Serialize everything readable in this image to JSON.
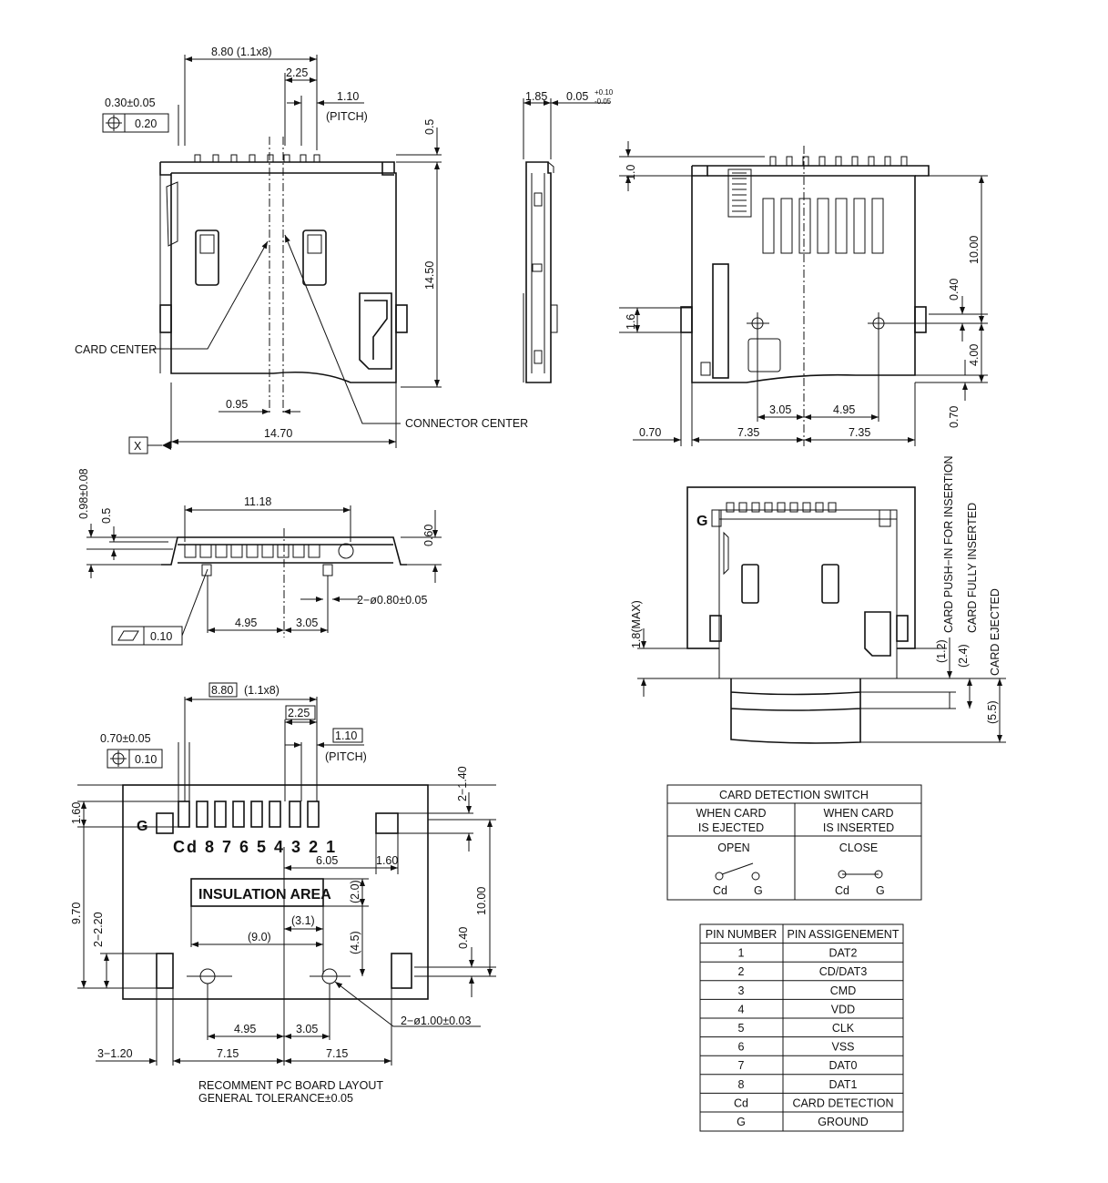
{
  "top_view": {
    "dim_pin_span": "8.80 (1.1x8)",
    "dim_225": "2.25",
    "dim_pitch": "1.10",
    "pitch_label": "(PITCH)",
    "position_tol": "0.30±0.05",
    "position_tol_value": "0.20",
    "dim_05": "0.5",
    "dim_1450": "14.50",
    "card_center": "CARD CENTER",
    "dim_095": "0.95",
    "connector_center": "CONNECTOR CENTER",
    "dim_1470": "14.70",
    "datum": "X"
  },
  "side_view": {
    "dim_185": "1.85",
    "dim_005": "0.05",
    "tol_plus": "+0.10",
    "tol_minus": "-0.05"
  },
  "bottom_view": {
    "dim_10": "1.0",
    "dim_1000": "10.00",
    "dim_040": "0.40",
    "dim_16": "1.6",
    "dim_400": "4.00",
    "dim_070_v": "0.70",
    "dim_305": "3.05",
    "dim_495": "4.95",
    "dim_070_h": "0.70",
    "dim_735_l": "7.35",
    "dim_735_r": "7.35"
  },
  "front_view": {
    "dim_098": "0.98±0.08",
    "dim_05": "0.5",
    "dim_1118": "11.18",
    "dim_060": "0.60",
    "holes": "2−ø0.80±0.05",
    "dim_495": "4.95",
    "dim_305": "3.05",
    "flatness": "0.10"
  },
  "insertion_view": {
    "ground": "G",
    "dim_max": "1.8(MAX)",
    "dim_12": "(1.2)",
    "dim_24": "(2.4)",
    "dim_55": "(5.5)",
    "push_in": "CARD PUSH−IN FOR INSERTION",
    "fully_inserted": "CARD FULLY INSERTED",
    "ejected": "CARD EJECTED"
  },
  "pcb_layout": {
    "dim_880": "8.80",
    "dim_880_note": "(1.1x8)",
    "dim_225": "2.25",
    "dim_110": "1.10",
    "pitch_label": "(PITCH)",
    "pad_tol": "0.70±0.05",
    "pad_tol_value": "0.10",
    "dim_160_l": "1.60",
    "ground": "G",
    "pin_labels": "Cd 8 7 6 5 4 3 2 1",
    "dim_605": "6.05",
    "dim_160_r": "1.60",
    "insulation": "INSULATION AREA",
    "dim_20": "(2.0)",
    "dim_31": "(3.1)",
    "dim_90": "(9.0)",
    "dim_45": "(4.5)",
    "dim_970": "9.70",
    "dim_2_220": "2−2.20",
    "dim_1000": "10.00",
    "dim_040": "0.40",
    "dim_2_140": "2−1.40",
    "dim_495": "4.95",
    "dim_305": "3.05",
    "holes": "2−ø1.00±0.03",
    "dim_3_120": "3−1.20",
    "dim_715_l": "7.15",
    "dim_715_r": "7.15",
    "note_1": "RECOMMENT PC BOARD LAYOUT",
    "note_2": "GENERAL TOLERANCE±0.05"
  },
  "switch_table": {
    "title": "CARD DETECTION SWITCH",
    "col1_l1": "WHEN CARD",
    "col1_l2": "IS EJECTED",
    "col2_l1": "WHEN CARD",
    "col2_l2": "IS INSERTED",
    "col1_state": "OPEN",
    "col2_state": "CLOSE",
    "cd": "Cd",
    "g": "G"
  },
  "pin_table": {
    "headers": [
      "PIN NUMBER",
      "PIN ASSIGENEMENT"
    ],
    "rows": [
      [
        "1",
        "DAT2"
      ],
      [
        "2",
        "CD/DAT3"
      ],
      [
        "3",
        "CMD"
      ],
      [
        "4",
        "VDD"
      ],
      [
        "5",
        "CLK"
      ],
      [
        "6",
        "VSS"
      ],
      [
        "7",
        "DAT0"
      ],
      [
        "8",
        "DAT1"
      ],
      [
        "Cd",
        "CARD  DETECTION"
      ],
      [
        "G",
        "GROUND"
      ]
    ]
  }
}
